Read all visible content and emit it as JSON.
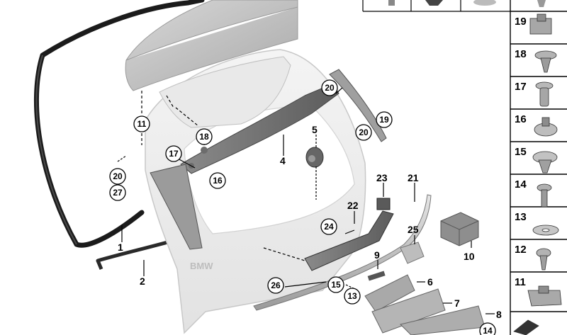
{
  "callouts": [
    {
      "id": "c1",
      "label": "1"
    },
    {
      "id": "c2",
      "label": "2"
    },
    {
      "id": "c4",
      "label": "4"
    },
    {
      "id": "c5",
      "label": "5"
    },
    {
      "id": "c6",
      "label": "6"
    },
    {
      "id": "c7",
      "label": "7"
    },
    {
      "id": "c8",
      "label": "8"
    },
    {
      "id": "c9",
      "label": "9"
    },
    {
      "id": "c10",
      "label": "10"
    },
    {
      "id": "c21",
      "label": "21"
    },
    {
      "id": "c22",
      "label": "22"
    },
    {
      "id": "c23",
      "label": "23"
    },
    {
      "id": "c25",
      "label": "25"
    },
    {
      "id": "c11",
      "label": "11"
    },
    {
      "id": "c13",
      "label": "13"
    },
    {
      "id": "c14",
      "label": "14"
    },
    {
      "id": "c15",
      "label": "15"
    },
    {
      "id": "c16",
      "label": "16"
    },
    {
      "id": "c17",
      "label": "17"
    },
    {
      "id": "c18",
      "label": "18"
    },
    {
      "id": "c19",
      "label": "19"
    },
    {
      "id": "c20a",
      "label": "20"
    },
    {
      "id": "c20b",
      "label": "20"
    },
    {
      "id": "c20c",
      "label": "20"
    },
    {
      "id": "c24",
      "label": "24"
    },
    {
      "id": "c26",
      "label": "26"
    },
    {
      "id": "c27",
      "label": "27"
    }
  ],
  "side_panel": [
    {
      "num": "19",
      "icon": "clip-nut-icon"
    },
    {
      "num": "18",
      "icon": "push-rivet-icon"
    },
    {
      "num": "17",
      "icon": "expanding-rivet-icon"
    },
    {
      "num": "16",
      "icon": "washer-clip-icon"
    },
    {
      "num": "15",
      "icon": "plastic-nut-icon"
    },
    {
      "num": "14",
      "icon": "screw-icon"
    },
    {
      "num": "13",
      "icon": "washer-icon"
    },
    {
      "num": "12",
      "icon": "tapping-screw-icon"
    },
    {
      "num": "11",
      "icon": "spring-nut-icon"
    }
  ],
  "plate_text": "BMW"
}
